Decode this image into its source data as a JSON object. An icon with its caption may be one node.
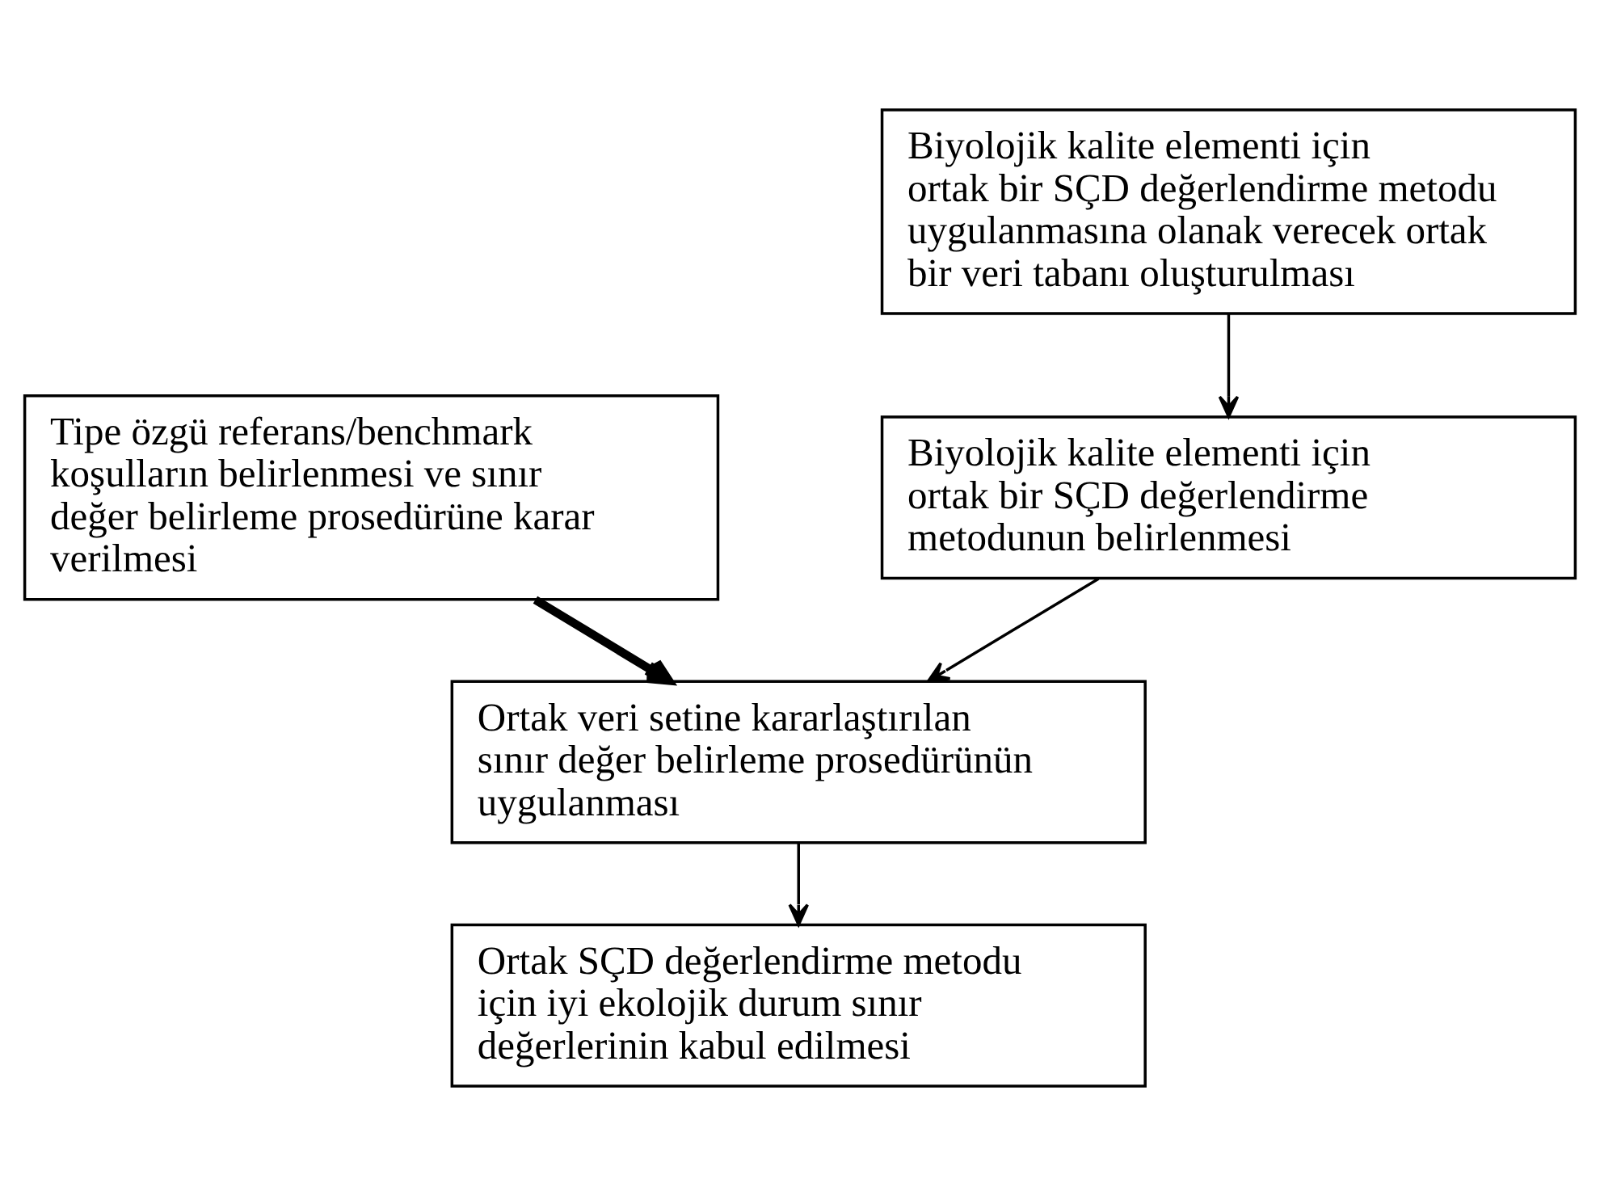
{
  "diagram": {
    "nodes": [
      {
        "text": [
          "Tipe özgü referans/benchmark koşulların belirlenmesi ve sınır değer belirleme prosedürüne karar verilmesi"
        ]
      },
      {
        "text": [
          "Biyolojik kalite elementi için ortak bir SÇD değerlendirme metodu uygulanmasına olanak verecek ortak bir veri tabanı oluşturulması"
        ]
      },
      {
        "text": [
          "Biyolojik kalite elementi için ortak bir SÇD değerlendirme metodunun belirlenmesi"
        ]
      },
      {
        "text": [
          "Ortak veri setine kararlaştırılan sınır değer belirleme prosedürünün uygulanması"
        ]
      },
      {
        "text": [
          "Ortak SÇD değerlendirme metodu için iyi ekolojik durum sınır değerlerinin kabul edilmesi"
        ]
      }
    ],
    "edges": [
      {
        "from": 1,
        "to": 2,
        "arrow": "to"
      },
      {
        "from": 2,
        "to": 3,
        "arrow": "to"
      },
      {
        "from": 3,
        "to": 4,
        "arrow": "to"
      },
      {
        "from": 0,
        "to": 3,
        "arrow": "to",
        "style": "thick"
      }
    ]
  }
}
